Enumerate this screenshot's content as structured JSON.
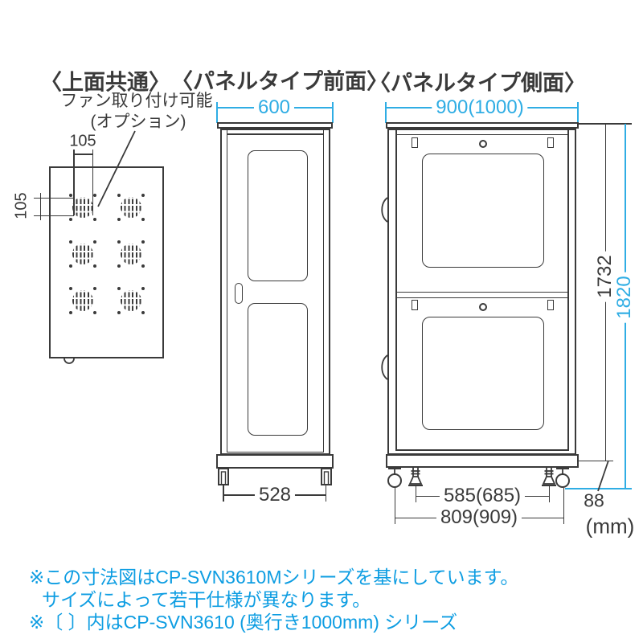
{
  "unit_label": "(mm)",
  "colors": {
    "line": "#3a3a3a",
    "dimension_cyan": "#2fade4",
    "note_blue": "#0d9de2"
  },
  "titles": {
    "top": "〈上面共通〉",
    "front": "〈パネルタイプ前面〉",
    "side": "〈パネルタイプ側面〉"
  },
  "top_view": {
    "annotation_line1": "ファン取り付け可能",
    "annotation_line2": "(オプション)",
    "dim_fan_width": "105",
    "dim_fan_height": "105",
    "fan_grid": {
      "cols": 2,
      "rows": 3
    }
  },
  "front_view": {
    "dim_width": "600",
    "dim_feet_span": "528"
  },
  "side_view": {
    "dim_depth": "900(1000)",
    "dim_body_height": "1732",
    "dim_total_height": "1820",
    "dim_feet_span": "585(685)",
    "dim_caster_span": "809(909)",
    "dim_base_height": "88"
  },
  "notes": {
    "line1": "※この寸法図はCP-SVN3610Mシリーズを基にしています。",
    "line2": "サイズによって若干仕様が異なります。",
    "line3": "※〔 〕内はCP-SVN3610 (奥行き1000mm) シリーズ"
  }
}
